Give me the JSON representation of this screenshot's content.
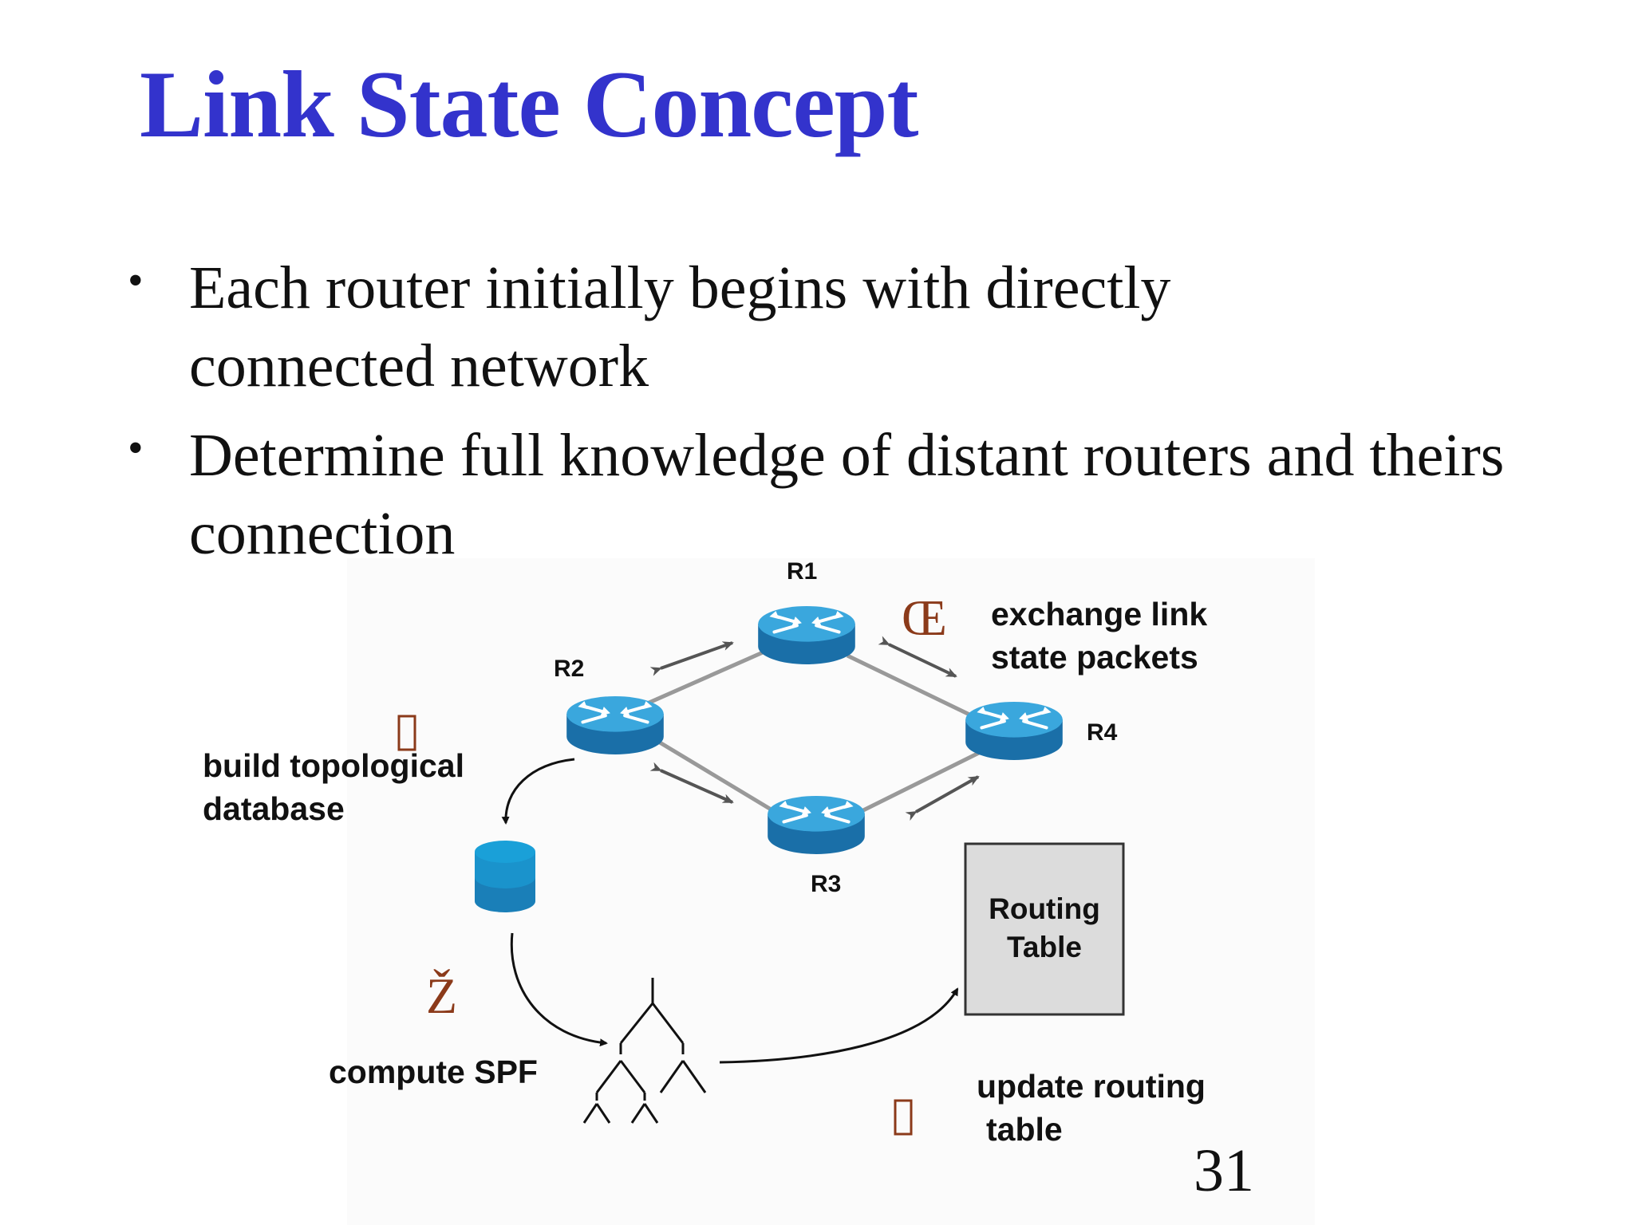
{
  "title": "Link State Concept",
  "bullets": [
    "Each router initially begins with directly connected network",
    "Determine full knowledge of distant routers and theirs connection"
  ],
  "diagram": {
    "routers": [
      "R1",
      "R2",
      "R3",
      "R4"
    ],
    "steps": [
      {
        "marker": "Œ",
        "text_lines": [
          "exchange link",
          "state packets"
        ]
      },
      {
        "marker": "",
        "text_lines": [
          "build topological",
          "database"
        ]
      },
      {
        "marker": "Ž",
        "text_lines": [
          "compute SPF"
        ]
      },
      {
        "marker": "",
        "text_lines": [
          "update routing",
          "table"
        ]
      }
    ],
    "routing_table": [
      "Routing",
      "Table"
    ]
  },
  "page_number": "31",
  "colors": {
    "title": "#3333cc",
    "router_top": "#3aa7dd",
    "router_side": "#1a6fa8",
    "database": "#1aa0d8",
    "step_marker": "#8b3a1a",
    "routing_table_fill": "#dcdcdc"
  }
}
